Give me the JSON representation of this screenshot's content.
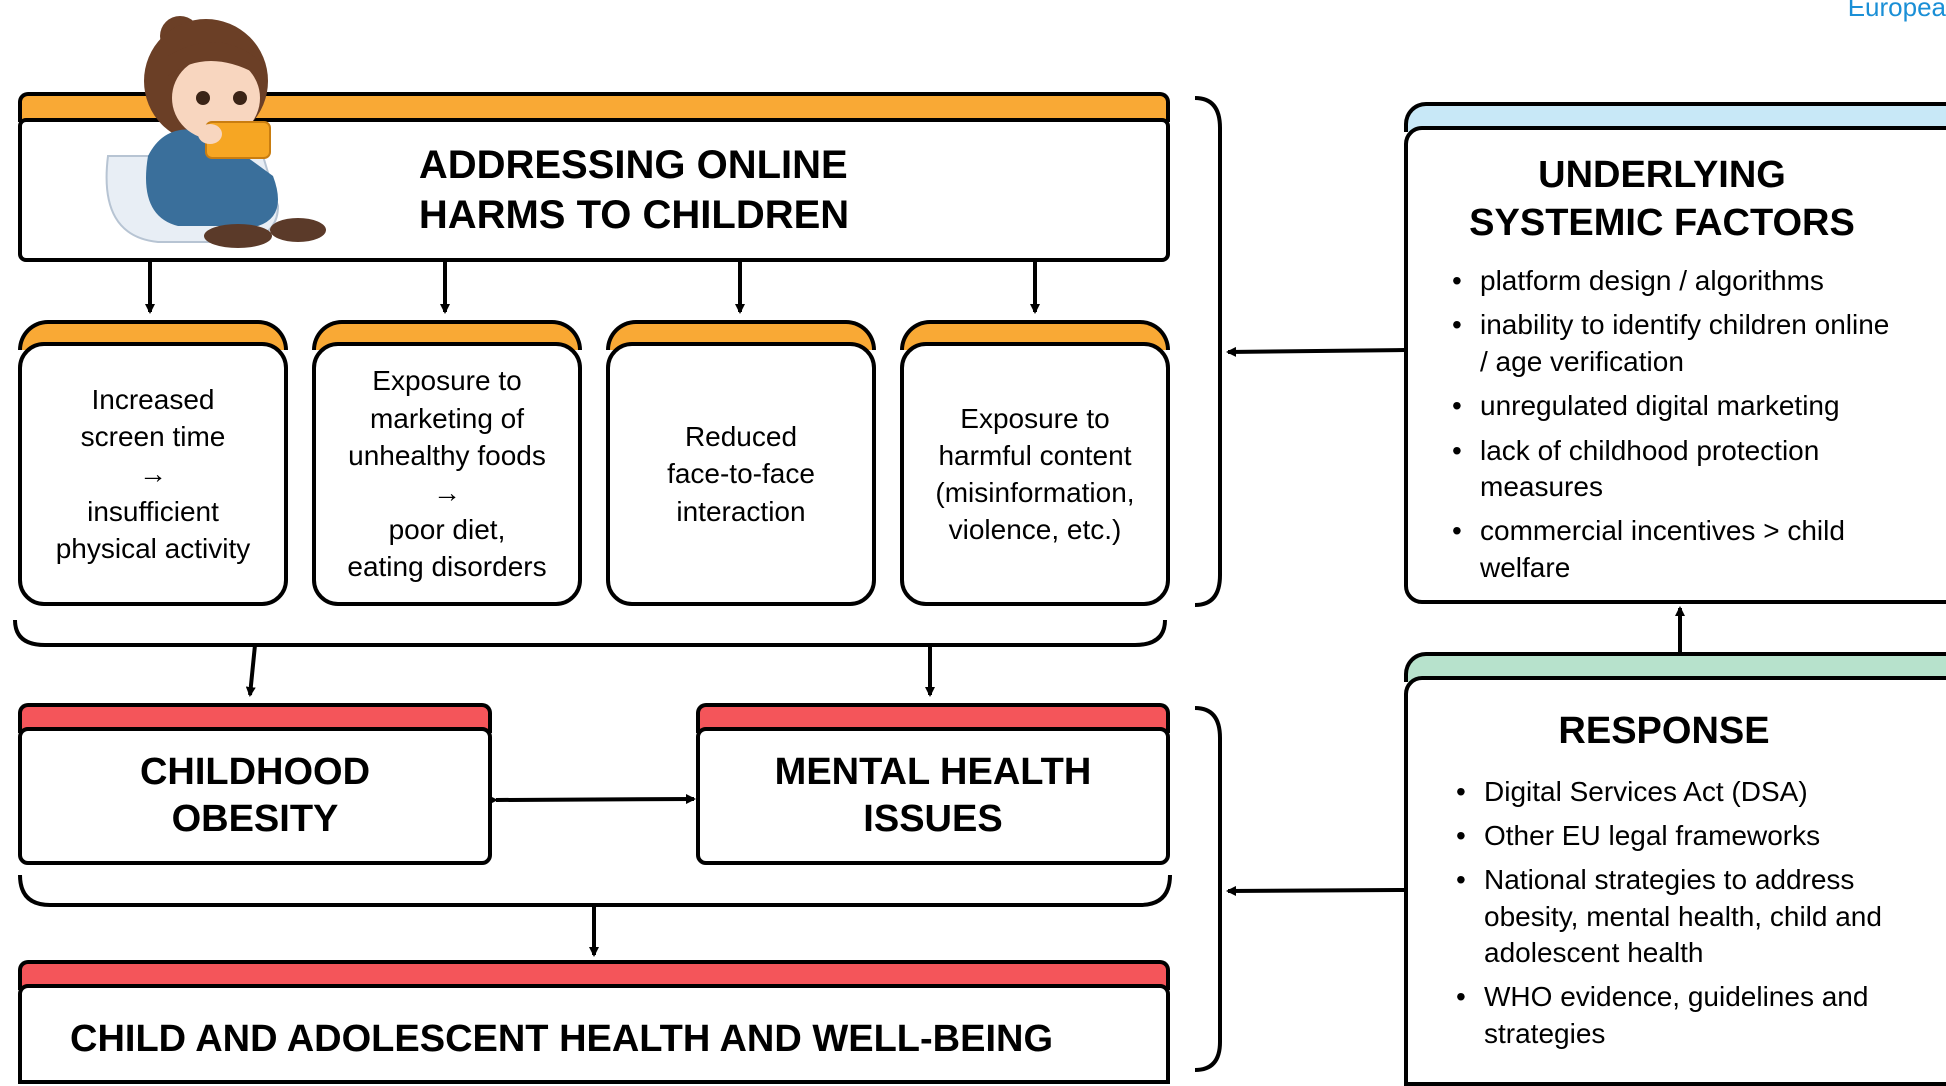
{
  "corner_text": "Europea",
  "colors": {
    "orange": "#f9a935",
    "red": "#f4555a",
    "blue": "#c8e8f7",
    "green": "#b7e2cc",
    "ink": "#000000",
    "link_blue": "#1a8fd6"
  },
  "main": {
    "title_line1": "ADDRESSING ONLINE",
    "title_line2": "HARMS TO CHILDREN"
  },
  "harms": [
    {
      "lines": [
        "Increased",
        "screen time",
        "→",
        "insufficient",
        "physical activity"
      ]
    },
    {
      "lines": [
        "Exposure to",
        "marketing of",
        "unhealthy foods",
        "→",
        "poor diet,",
        "eating disorders"
      ]
    },
    {
      "lines": [
        "Reduced",
        "face-to-face",
        "interaction"
      ]
    },
    {
      "lines": [
        "Exposure to",
        "harmful content",
        "(misinformation,",
        "violence, etc.)"
      ]
    }
  ],
  "outcomes": {
    "obesity_line1": "CHILDHOOD",
    "obesity_line2": "OBESITY",
    "mental_line1": "MENTAL HEALTH",
    "mental_line2": "ISSUES",
    "final": "CHILD AND ADOLESCENT HEALTH AND WELL-BEING"
  },
  "factors": {
    "title_line1": "UNDERLYING",
    "title_line2": "SYSTEMIC FACTORS",
    "items": [
      "platform design / algorithms",
      "inability to identify children online / age verification",
      "unregulated digital marketing",
      "lack of childhood protection measures",
      "commercial incentives > child welfare"
    ]
  },
  "response": {
    "title": "RESPONSE",
    "items": [
      "Digital Services Act (DSA)",
      "Other EU legal frameworks",
      "National strategies to address obesity, mental health, child and adolescent health",
      "WHO evidence, guidelines and strategies"
    ]
  },
  "icons": {
    "child": "child-with-smartphone-illustration"
  }
}
